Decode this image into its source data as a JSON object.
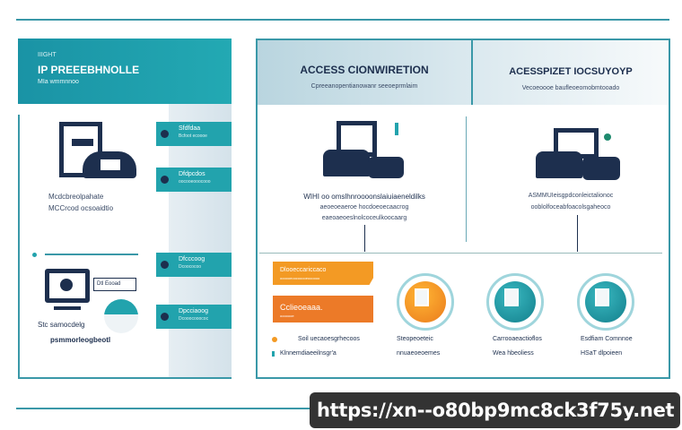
{
  "left_panel": {
    "header": {
      "eyebrow": "IIIGHT",
      "title": "IP PREEEBHNOLLE",
      "subtitle": "MIa wmmnnoo"
    },
    "tabs": [
      {
        "title": "Sfdfdaa",
        "sub": "Bcfoot ecoooe"
      },
      {
        "title": "Dfdpcdos",
        "sub": "oocooeooocooo"
      },
      {
        "title": "Dfcccoog",
        "sub": "Dcoococoo"
      },
      {
        "title": "Dpcciaoog",
        "sub": "Dcooocooococ"
      }
    ],
    "caption1": [
      "Mcdcbreolpahate",
      "MCCrcod ocsoaidtio"
    ],
    "monitor_label": "Dtl Eooad",
    "caption2": [
      "Stc samocdelg",
      "psmmorleogbeotl"
    ]
  },
  "right_panel": {
    "col1": {
      "title": "ACCESS CIONWIRETION",
      "subtitle": "Cpreeanopentianowanr seeoeprmlaim",
      "desc": [
        "WIHI oo omslhnroooonslaiuiaeneldilks",
        "aeoeoeaeroe hocdoeoecaacrog",
        "eaeoaeoeslnolcoceulkoocaarg"
      ]
    },
    "col2": {
      "title": "ACESSPIZET IOCSUYOYP",
      "subtitle": "Vecoeoooe baufleoeomobmtooado",
      "desc": [
        "ASMMUIeisgpdconleictalionoc",
        "ooblolfoceabfoacolsgaheoco"
      ]
    },
    "cards": [
      {
        "label": "Dlooeccariccaco",
        "sub": "oooooeoocooooeoooooo"
      },
      {
        "label": "Cclieoeaaa.",
        "sub": "ooooooe"
      }
    ],
    "steps": [
      {
        "line1": "Soil uecaoesgrhecoos",
        "line2": "Klnnemdiaeeilnsgr'a"
      },
      {
        "line1": "Steopeoeteic",
        "line2": "nnuaeoeoemes"
      },
      {
        "line1": "Carrooaeactioflos",
        "line2": "Wea hbeoliess"
      },
      {
        "line1": "Esdfiam Comnnoe",
        "line2": "HSaT dlpoieen"
      }
    ]
  },
  "watermark": "https://xn--o80bp9mc8ck3f75y.net",
  "colors": {
    "teal": "#22a3ad",
    "navy": "#1d2f4e",
    "orange": "#f39a24",
    "orange_dark": "#ec7a28",
    "url_bg": "#333333"
  }
}
